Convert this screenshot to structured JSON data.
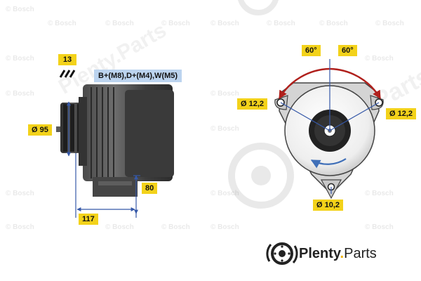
{
  "labels": {
    "code_13": "13",
    "terminals": "B+(M8),D+(M4),W(M5)",
    "diameter_95": "Ø 95",
    "dim_80": "80",
    "dim_117": "117",
    "angle_left": "60°",
    "angle_right": "60°",
    "hole_left": "Ø 12,2",
    "hole_right": "Ø 12,2",
    "hole_bottom": "Ø 10,2"
  },
  "brand": {
    "name": "Plenty",
    "dot": ".",
    "suffix": "Parts"
  },
  "watermarks": {
    "bosch": "© Bosch",
    "plenty": "Plenty.Parts"
  },
  "colors": {
    "label_yellow": "#f3d21a",
    "terminal_blue": "#bcd4ef",
    "dimension_blue": "#3558a8",
    "dimension_red": "#b0201c",
    "rotation_arrow": "#3f6fb8"
  },
  "icons": {
    "brand_logo": "brake-disc-icon"
  }
}
